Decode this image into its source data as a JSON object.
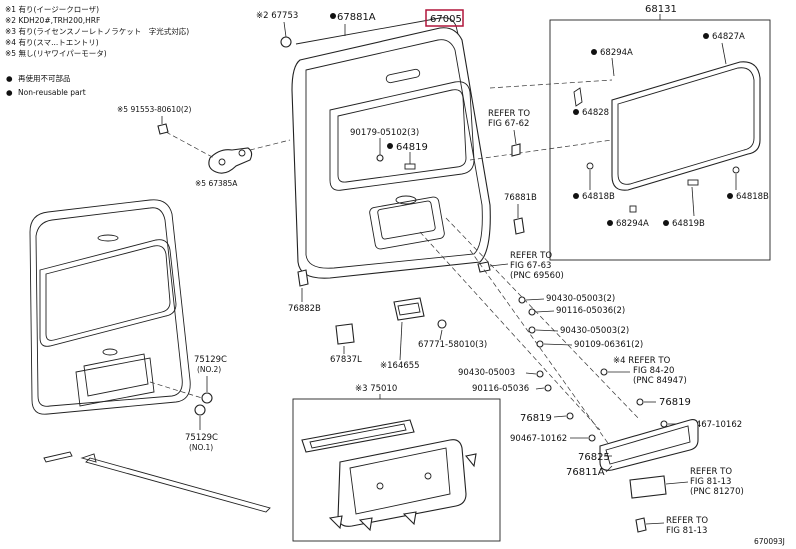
{
  "legend": {
    "notes": [
      "※1 有り(イージークローザ)",
      "※2 KDH20#,TRH200,HRF",
      "※3 有り(ライセンスノーレトノラケット　字光式対応)",
      "※4 有り(スマ...トエントリ)",
      "※5 無し(リヤワイパーモータ)"
    ],
    "symbols": [
      {
        "mark": "●",
        "text": "再使用不可部品"
      },
      {
        "mark": "●",
        "text": "Non-reusable part"
      }
    ]
  },
  "parts": {
    "p67753": "※2 67753",
    "p67881A": "67881A",
    "p67005": "67005",
    "p68131": "68131",
    "p68294A_top": "68294A",
    "p64827A": "64827A",
    "p64828": "64828",
    "p64818B_left": "64818B",
    "p64818B_right": "64818B",
    "p68294A_bottom": "68294A",
    "p64819B": "64819B",
    "p91553": "※5 91553-80610(2)",
    "p67385A": "※5 67385A",
    "p90179": "90179-05102(3)",
    "p64819": "64819",
    "p76881B": "76881B",
    "p76882B": "76882B",
    "p67837L": "67837L",
    "p67771": "67771-58010(3)",
    "p64655": "※164655",
    "p75129C_no2": "75129C",
    "p75129C_no2_sub": "(NO.2)",
    "p75129C_no1": "75129C",
    "p75129C_no1_sub": "(NO.1)",
    "p90430_a": "90430-05003(2)",
    "p90116_a": "90116-05036(2)",
    "p90430_b": "90430-05003(2)",
    "p90109": "90109-06361(2)",
    "p90430_c": "90430-05003",
    "p90116_b": "90116-05036",
    "p76819_left": "76819",
    "p76819_right": "76819",
    "p90467_left": "90467-10162",
    "p90467_right": "90467-10162",
    "p76825": "76825",
    "p76811A": "76811A",
    "p75010": "※3 75010",
    "diagram_code": "670093J"
  },
  "references": {
    "ref_67_62": [
      "REFER TO",
      "FIG 67-62"
    ],
    "ref_67_63": [
      "REFER TO",
      "FIG 67-63",
      "(PNC 69560)"
    ],
    "ref_84_20": [
      "※4 REFER TO",
      "FIG 84-20",
      "(PNC 84947)"
    ],
    "ref_81_13_a": [
      "REFER TO",
      "FIG 81-13",
      "(PNC 81270)"
    ],
    "ref_81_13_b": [
      "REFER TO",
      "FIG 81-13"
    ]
  },
  "colors": {
    "line": "#222222",
    "highlight_box": "#b0153a",
    "background": "#ffffff"
  }
}
